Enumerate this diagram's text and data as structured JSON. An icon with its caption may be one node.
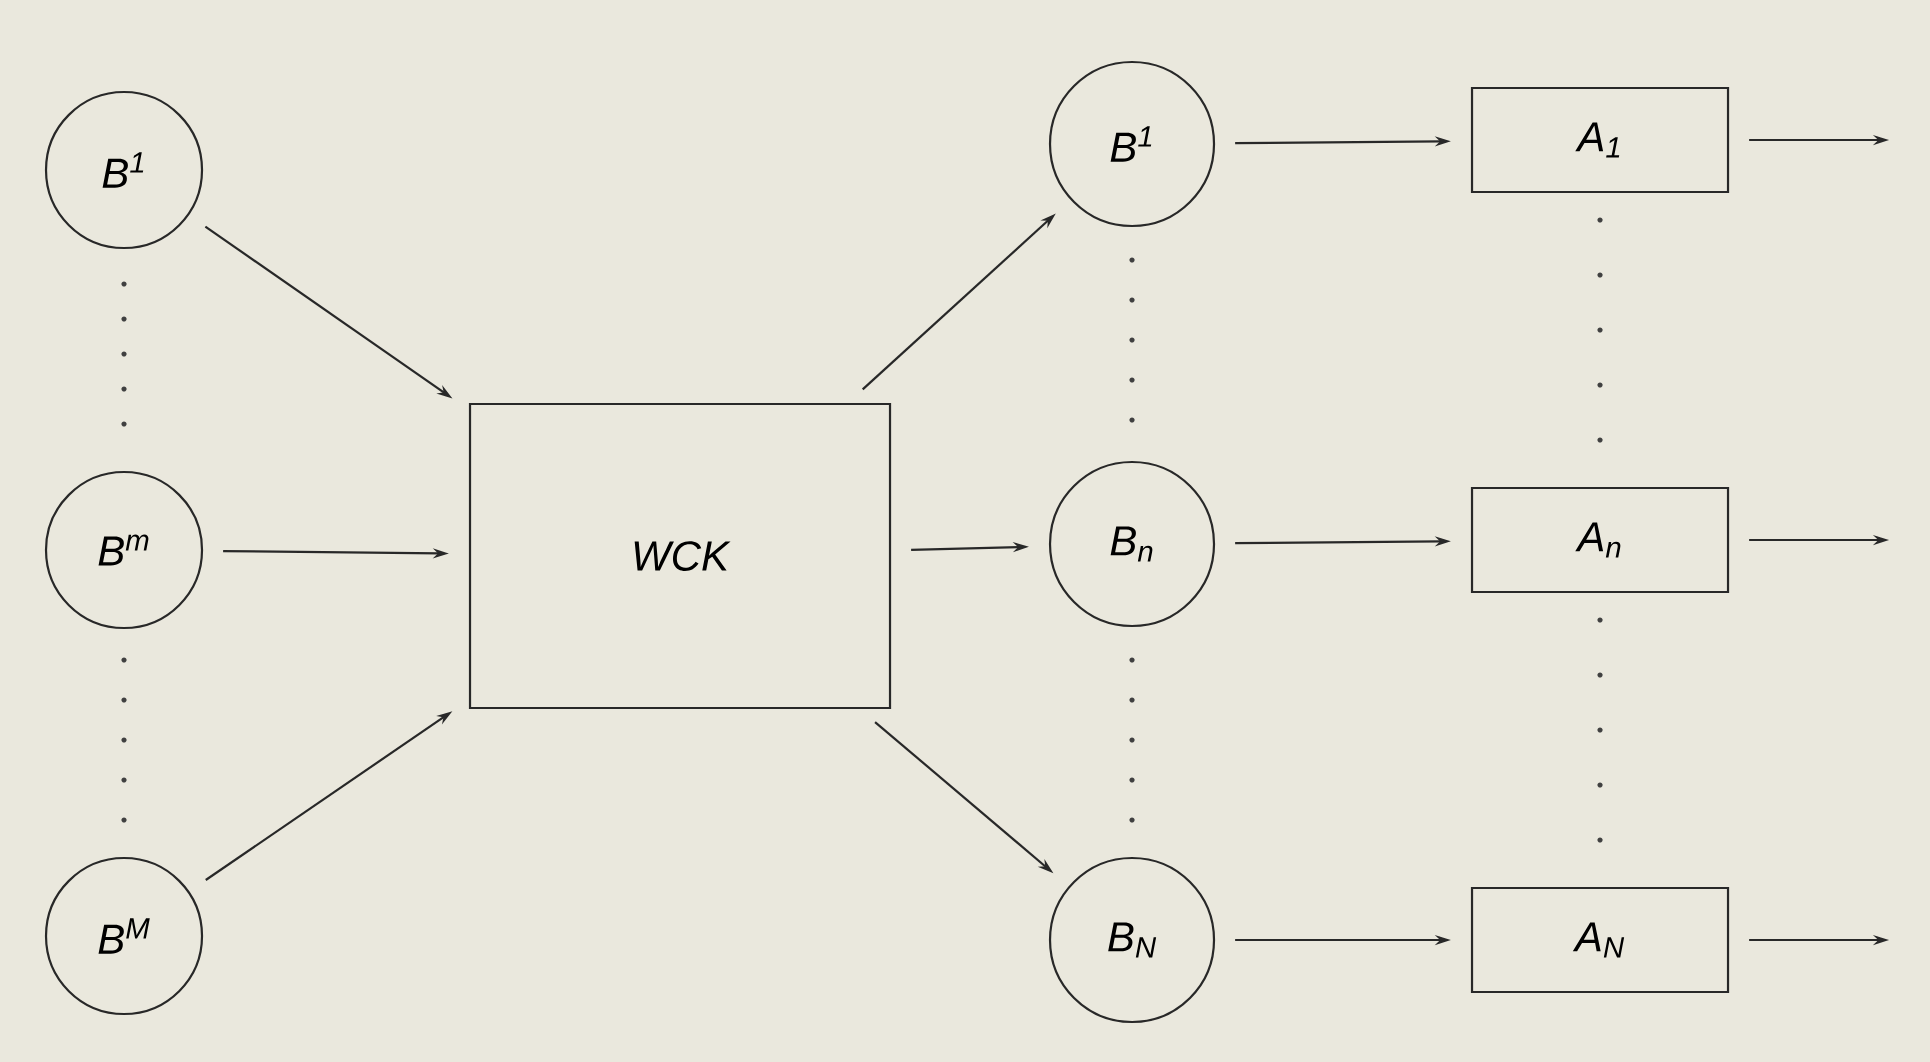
{
  "diagram": {
    "nodes": [
      {
        "text": [
          "B$^{1}$"
        ]
      },
      {
        "text": [
          "B$^{m}$"
        ]
      },
      {
        "text": [
          "B$^{M}$"
        ]
      },
      {
        "text": [
          "WCK"
        ]
      },
      {
        "text": [
          "B$^{1}$"
        ]
      },
      {
        "text": [
          "B$_{n}$"
        ]
      },
      {
        "text": [
          "B$_{N}$"
        ]
      },
      {
        "text": [
          "A$_{1}$"
        ]
      },
      {
        "text": [
          "A$_{n}$"
        ]
      },
      {
        "text": [
          "A$_{N}$"
        ]
      }
    ],
    "edges": [
      {
        "from": 0,
        "to": 3,
        "arrow": "to"
      },
      {
        "from": 1,
        "to": 3,
        "arrow": "to"
      },
      {
        "from": 2,
        "to": 3,
        "arrow": "to"
      },
      {
        "from": 3,
        "to": 4,
        "arrow": "to"
      },
      {
        "from": 3,
        "to": 5,
        "arrow": "to"
      },
      {
        "from": 3,
        "to": 6,
        "arrow": "to"
      },
      {
        "from": 4,
        "to": 7,
        "arrow": "to"
      },
      {
        "from": 5,
        "to": 8,
        "arrow": "to"
      },
      {
        "from": 6,
        "to": 9,
        "arrow": "to"
      },
      {
        "from": 7,
        "to": null,
        "arrow": "to"
      },
      {
        "from": 8,
        "to": null,
        "arrow": "to"
      },
      {
        "from": 9,
        "to": null,
        "arrow": "to"
      }
    ]
  }
}
